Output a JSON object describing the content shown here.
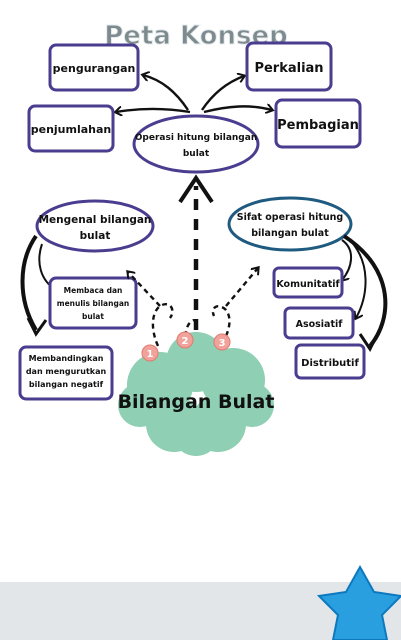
{
  "title": "Peta Konsep",
  "center": {
    "label_line1": "Operasi hitung bilangan",
    "label_line2": "bulat"
  },
  "top_left": {
    "pengurangan": "pengurangan",
    "penjumlahan": "penjumlahan"
  },
  "top_right": {
    "perkalian": "Perkalian",
    "pembagian": "Pembagian"
  },
  "left_branch": {
    "title_line1": "Mengenal bilangan",
    "title_line2": "bulat",
    "item1": [
      "Membaca dan",
      "menulis bilangan",
      "bulat"
    ],
    "item2": [
      "Membandingkan",
      "dan mengurutkan",
      "bilangan negatif"
    ]
  },
  "right_branch": {
    "title_line1": "Sifat operasi hitung",
    "title_line2": "bilangan bulat",
    "item1": "Komunitatif",
    "item2": "Asosiatif",
    "item3": "Distributif"
  },
  "cloud": {
    "label": "Bilangan Bulat"
  },
  "markers": [
    "1",
    "2",
    "3"
  ],
  "colors": {
    "box_border": "#4a3d8f",
    "left_ellipse_border": "#4a3d8f",
    "right_ellipse_border": "#1f5a80",
    "cloud_fill": "#8fcfb3",
    "marker_fill": "#f1a29a",
    "title_fill": "#7d8b8f",
    "footer_band": "#e3e6e9",
    "star": "#2a9fe0"
  },
  "icons": {
    "decoration": "star-icon"
  }
}
